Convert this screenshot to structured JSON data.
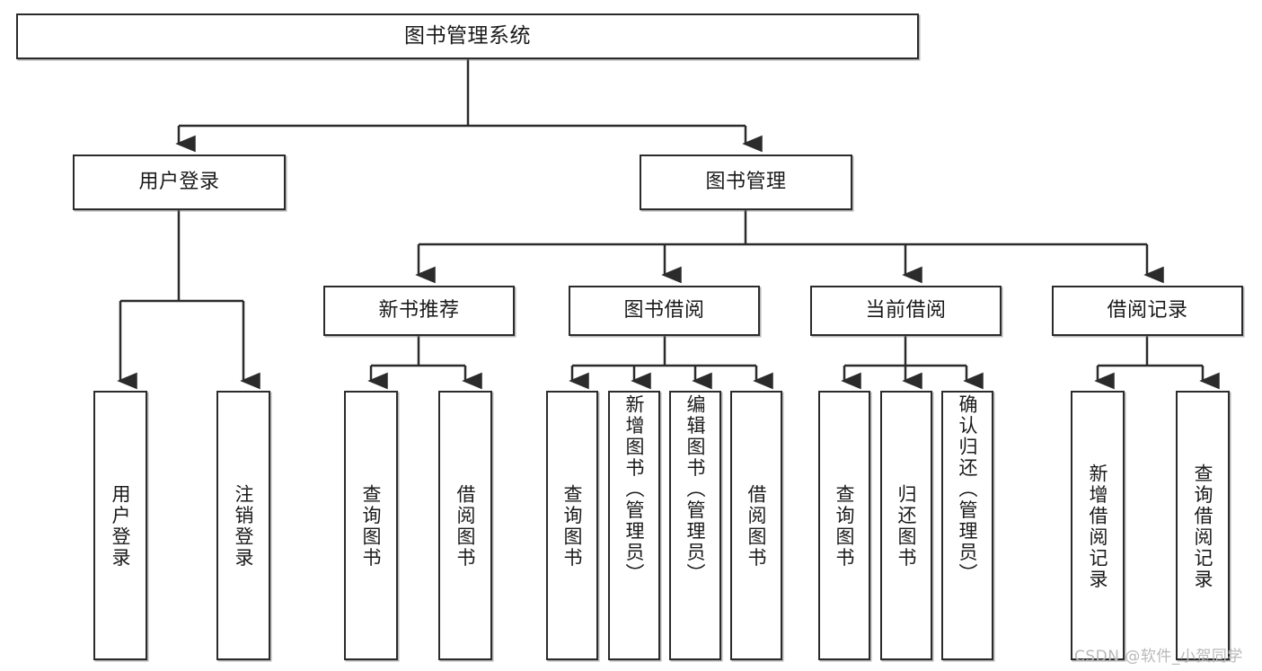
{
  "diagram": {
    "title": "图书管理系统",
    "type": "功能结构图",
    "stroke_color": "#2b2b2b",
    "background_color": "#ffffff",
    "text_color": "#1a1a1a"
  },
  "root": {
    "label": "图书管理系统"
  },
  "level1": [
    {
      "id": "user-login",
      "label": "用户登录"
    },
    {
      "id": "book-manage",
      "label": "图书管理"
    }
  ],
  "level2": [
    {
      "id": "new-book-recommend",
      "label": "新书推荐",
      "parent": "book-manage"
    },
    {
      "id": "book-borrow",
      "label": "图书借阅",
      "parent": "book-manage"
    },
    {
      "id": "current-borrow",
      "label": "当前借阅",
      "parent": "book-manage"
    },
    {
      "id": "borrow-record",
      "label": "借阅记录",
      "parent": "book-manage"
    }
  ],
  "leaves": {
    "user-login": [
      {
        "id": "leaf-user-login",
        "label": "用户登录"
      },
      {
        "id": "leaf-user-logout",
        "label": "注销登录"
      }
    ],
    "new-book-recommend": [
      {
        "id": "leaf-query-book-1",
        "label": "查询图书"
      },
      {
        "id": "leaf-borrow-book-1",
        "label": "借阅图书"
      }
    ],
    "book-borrow": [
      {
        "id": "leaf-query-book-2",
        "label": "查询图书"
      },
      {
        "id": "leaf-add-book",
        "label": "新增图书（管理员）"
      },
      {
        "id": "leaf-edit-book",
        "label": "编辑图书（管理员）"
      },
      {
        "id": "leaf-borrow-book-2",
        "label": "借阅图书"
      }
    ],
    "current-borrow": [
      {
        "id": "leaf-query-book-3",
        "label": "查询图书"
      },
      {
        "id": "leaf-return-book",
        "label": "归还图书"
      },
      {
        "id": "leaf-confirm-return",
        "label": "确认归还（管理员）"
      }
    ],
    "borrow-record": [
      {
        "id": "leaf-add-record",
        "label": "新增借阅记录"
      },
      {
        "id": "leaf-query-record",
        "label": "查询借阅记录"
      }
    ]
  },
  "watermark": {
    "text": "CSDN @软件_小贺同学"
  }
}
